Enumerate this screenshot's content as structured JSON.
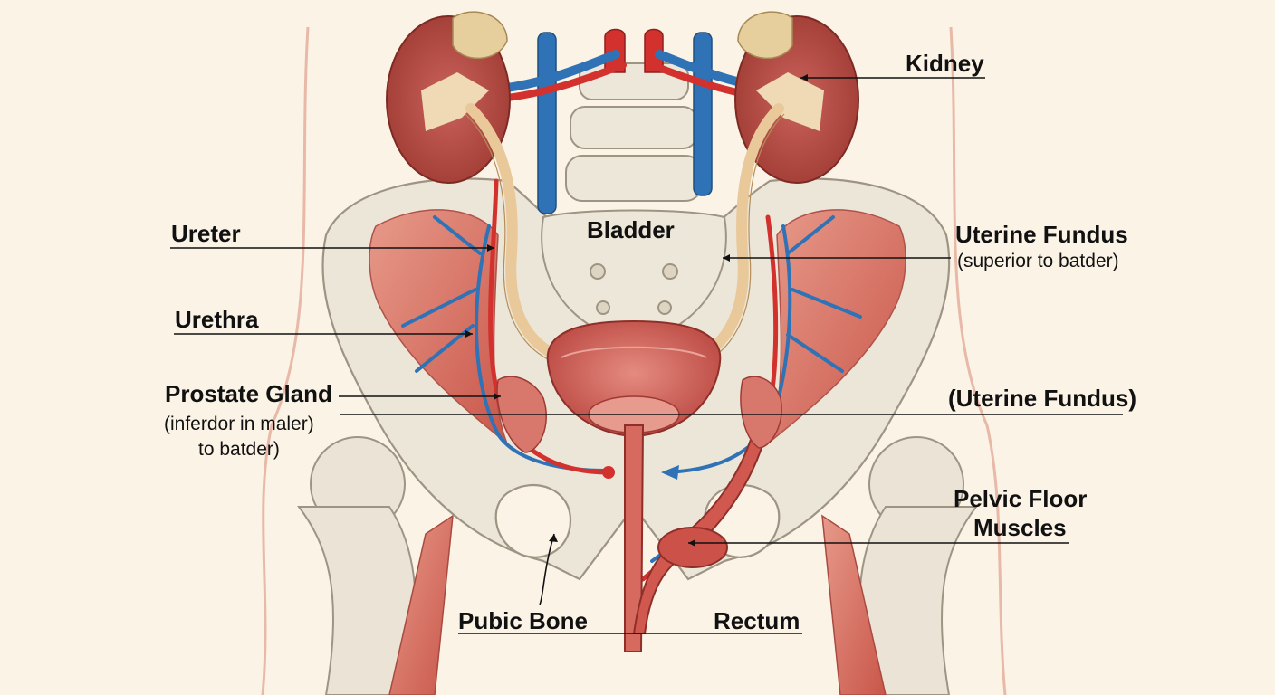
{
  "labels": {
    "kidney": "Kidney",
    "ureter": "Ureter",
    "bladder": "Bladder",
    "uterine_fundus": "Uterine Fundus",
    "uterine_fundus_note": "(superior to batder)",
    "urethra": "Urethra",
    "prostate_gland": "Prostate Gland",
    "prostate_note_line1": "(inferdor in maler)",
    "prostate_note_line2": "to batder)",
    "uterine_fundus_paren": "(Uterine Fundus)",
    "pelvic_floor_line1": "Pelvic Floor",
    "pelvic_floor_line2": "Muscles",
    "pubic_bone": "Pubic Bone",
    "rectum": "Rectum"
  },
  "colors": {
    "background": "#fbf3e6",
    "bone": "#ece6d8",
    "bone_outline": "#9e9484",
    "muscle": "#d9776a",
    "kidney": "#b54a42",
    "artery": "#d2312e",
    "vein": "#2f73b6",
    "ureter": "#e9c89a",
    "bladder": "#cf5d55",
    "leader_line": "#111111"
  }
}
